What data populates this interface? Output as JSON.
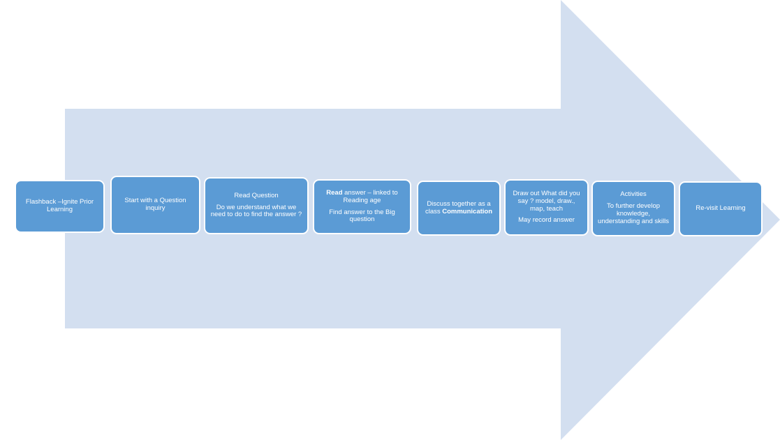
{
  "colors": {
    "arrow": "#d3dff0",
    "box": "#5b9bd5",
    "box_border": "#ffffff",
    "text": "#ffffff"
  },
  "steps": [
    {
      "paragraphs": [
        [
          {
            "text": "Flashback –Ignite Prior Learning",
            "bold": false
          }
        ]
      ]
    },
    {
      "paragraphs": [
        [
          {
            "text": "Start with a Question inquiry",
            "bold": false
          }
        ]
      ]
    },
    {
      "paragraphs": [
        [
          {
            "text": "Read Question",
            "bold": false
          }
        ],
        [
          {
            "text": "Do we understand what we need to do to find the answer ?",
            "bold": false
          }
        ]
      ]
    },
    {
      "paragraphs": [
        [
          {
            "text": "Read",
            "bold": true
          },
          {
            "text": " answer – linked to Reading age",
            "bold": false
          }
        ],
        [
          {
            "text": "Find answer to the Big question",
            "bold": false
          }
        ]
      ]
    },
    {
      "paragraphs": [
        [
          {
            "text": "Discuss together as a class ",
            "bold": false
          },
          {
            "text": "Communication",
            "bold": true
          }
        ]
      ]
    },
    {
      "paragraphs": [
        [
          {
            "text": "Draw out What did you say ?  model, draw., map, teach",
            "bold": false
          }
        ],
        [
          {
            "text": "May record answer",
            "bold": false
          }
        ]
      ]
    },
    {
      "paragraphs": [
        [
          {
            "text": "Activities",
            "bold": false
          }
        ],
        [
          {
            "text": "To further develop knowledge, understanding and skills",
            "bold": false
          }
        ]
      ]
    },
    {
      "paragraphs": [
        [
          {
            "text": "Re-visit Learning",
            "bold": false
          }
        ]
      ]
    }
  ]
}
